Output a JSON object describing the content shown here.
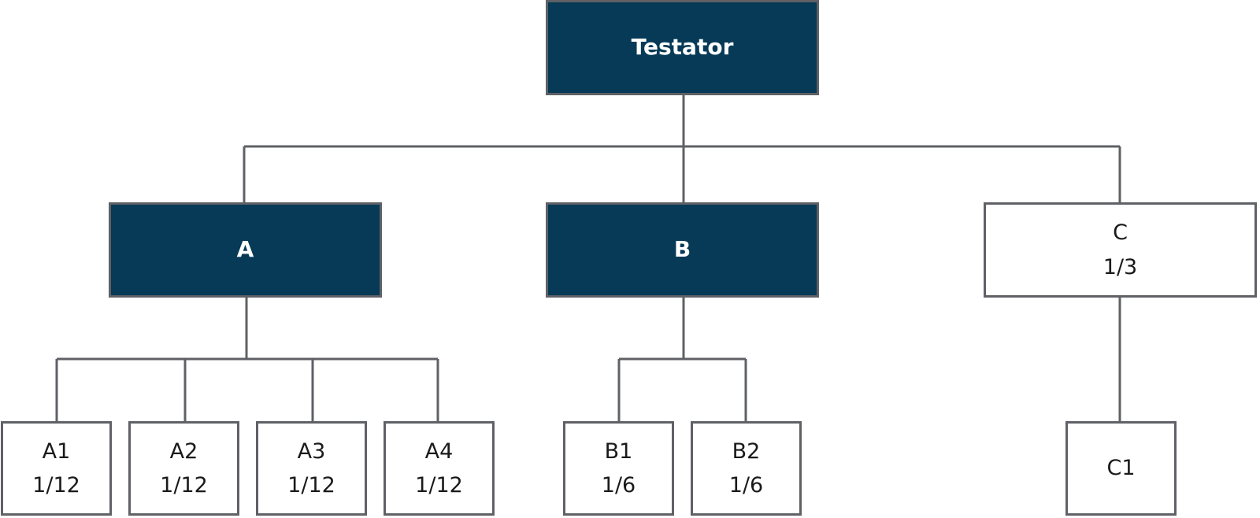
{
  "colors": {
    "dark_fill": "#063a57",
    "light_fill": "#ffffff",
    "line": "#5f6166"
  },
  "nodes": {
    "testator": {
      "label": "Testator"
    },
    "a": {
      "label": "A"
    },
    "b": {
      "label": "B"
    },
    "c": {
      "label": "C",
      "share": "1/3"
    },
    "a1": {
      "label": "A1",
      "share": "1/12"
    },
    "a2": {
      "label": "A2",
      "share": "1/12"
    },
    "a3": {
      "label": "A3",
      "share": "1/12"
    },
    "a4": {
      "label": "A4",
      "share": "1/12"
    },
    "b1": {
      "label": "B1",
      "share": "1/6"
    },
    "b2": {
      "label": "B2",
      "share": "1/6"
    },
    "c1": {
      "label": "C1"
    }
  }
}
